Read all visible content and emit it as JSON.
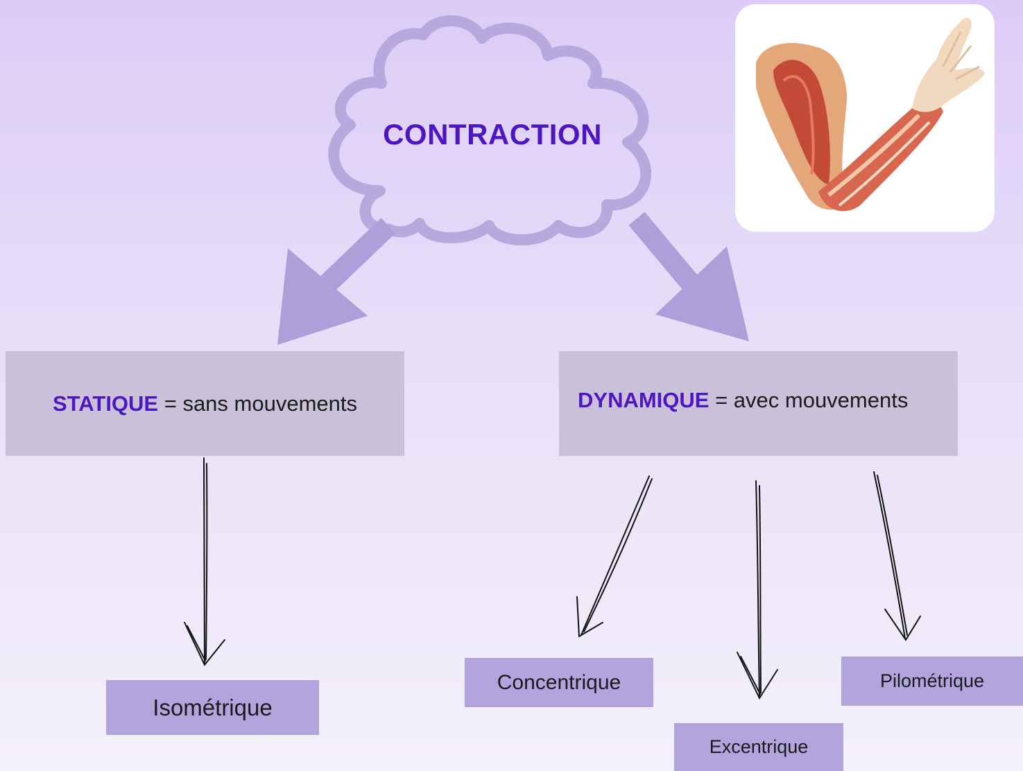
{
  "title": "CONTRACTION",
  "static_box": {
    "keyword": "STATIQUE",
    "rest": " = sans mouvements"
  },
  "dynamic_box": {
    "keyword": "DYNAMIQUE",
    "rest": " = avec mouvements"
  },
  "types": {
    "isometric": "Isométrique",
    "concentric": "Concentrique",
    "eccentric": "Excentrique",
    "plyometric": "Pilométrique"
  },
  "image": {
    "icon": "arm-muscle-illustration"
  },
  "colors": {
    "accent": "#4e16c2",
    "main_box": "#c9c1d9",
    "sub_box": "#b2a4dd",
    "cloud": "#b4a6dc",
    "arrow": "#ad9fda"
  }
}
